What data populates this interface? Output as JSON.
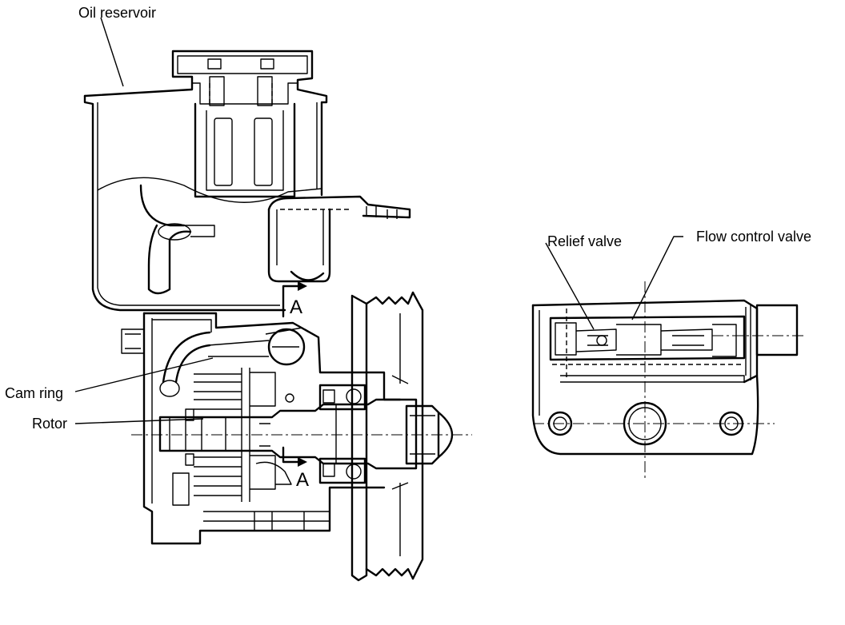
{
  "labels": {
    "oil_reservoir": "Oil reservoir",
    "cam_ring": "Cam ring",
    "rotor": "Rotor",
    "relief_valve": "Relief valve",
    "flow_control_valve": "Flow control valve",
    "section_upper": "A",
    "section_lower": "A"
  }
}
